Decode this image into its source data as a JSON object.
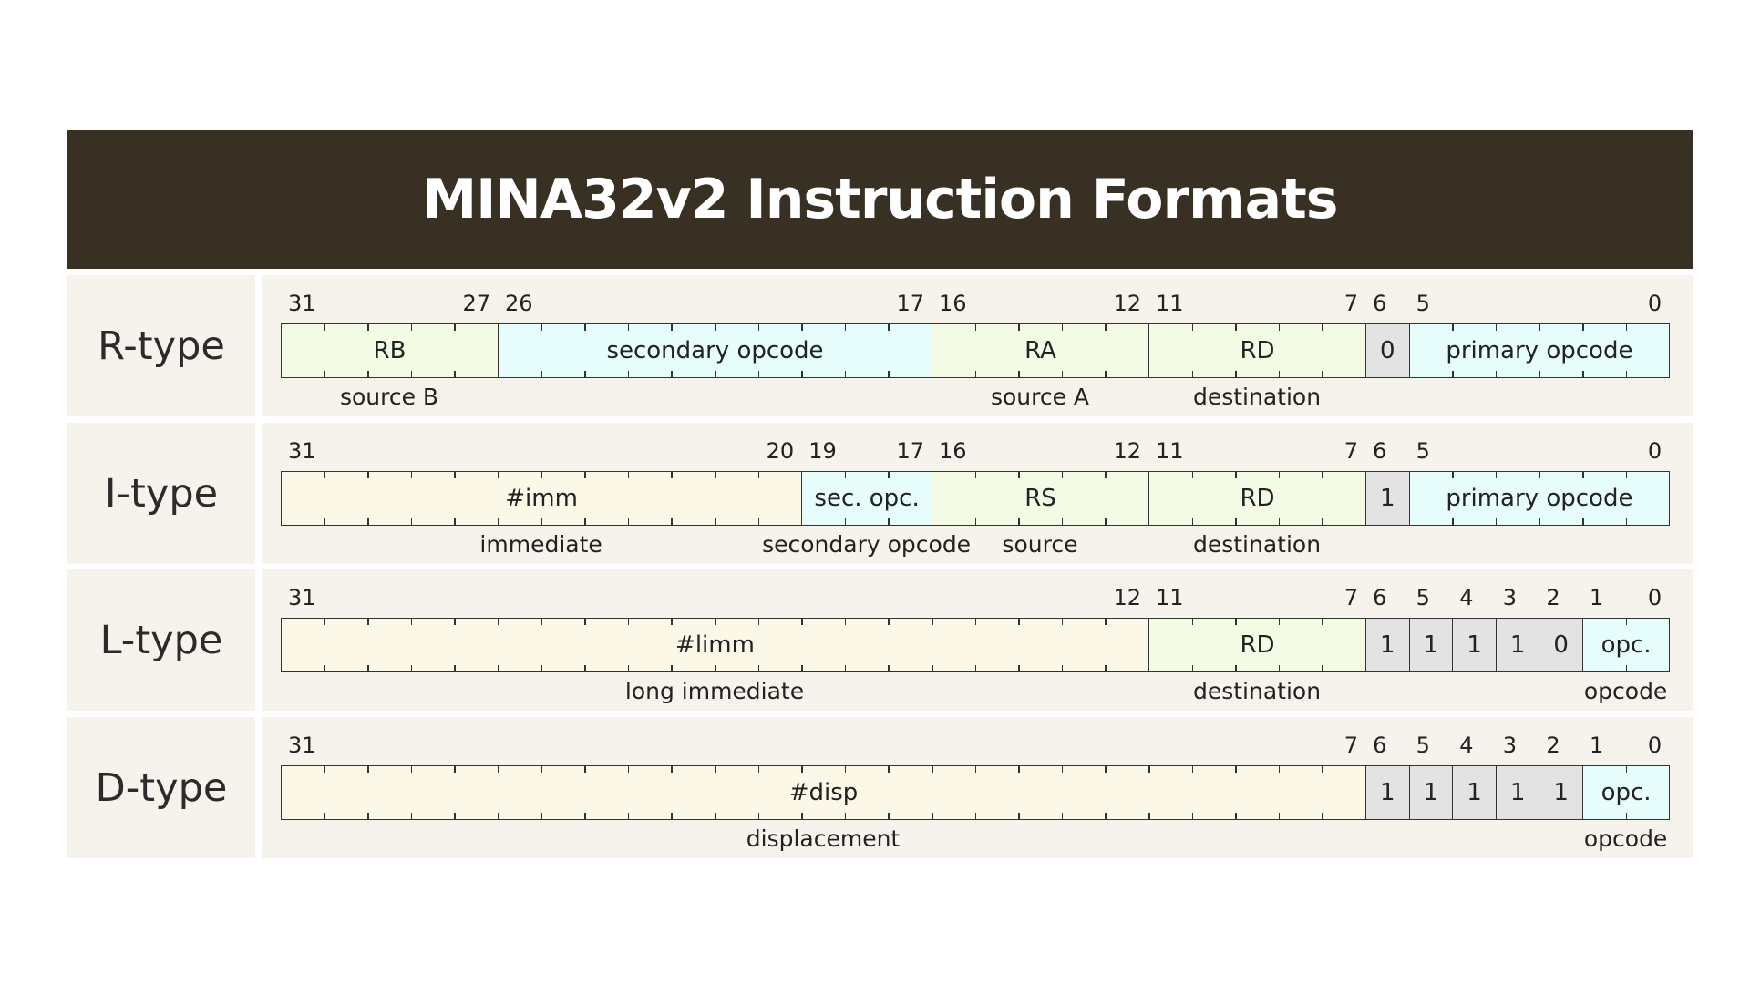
{
  "title": "MINA32v2 Instruction Formats",
  "colors": {
    "header_bg": "#383023",
    "row_bg": "#f6f2ec",
    "green": "#f3fbe4",
    "cyan": "#e6fdfb",
    "yellow": "#fcf8e8",
    "gray": "#e3e3e3"
  },
  "formats": [
    {
      "name": "R-type",
      "bit_labels": [
        "31",
        "27",
        "26",
        "17",
        "16",
        "12",
        "11",
        "7",
        "6",
        "5",
        "0"
      ],
      "fields": [
        {
          "hi": 31,
          "lo": 27,
          "text": "RB",
          "color": "green",
          "desc": "source B"
        },
        {
          "hi": 26,
          "lo": 17,
          "text": "secondary opcode",
          "color": "cyan",
          "desc": ""
        },
        {
          "hi": 16,
          "lo": 12,
          "text": "RA",
          "color": "green",
          "desc": "source A"
        },
        {
          "hi": 11,
          "lo": 7,
          "text": "RD",
          "color": "green",
          "desc": "destination"
        },
        {
          "hi": 6,
          "lo": 6,
          "text": "0",
          "color": "gray",
          "desc": ""
        },
        {
          "hi": 5,
          "lo": 0,
          "text": "primary opcode",
          "color": "cyan",
          "desc": ""
        }
      ]
    },
    {
      "name": "I-type",
      "bit_labels": [
        "31",
        "20",
        "19",
        "17",
        "16",
        "12",
        "11",
        "7",
        "6",
        "5",
        "0"
      ],
      "fields": [
        {
          "hi": 31,
          "lo": 20,
          "text": "#imm",
          "color": "yellow",
          "desc": "immediate"
        },
        {
          "hi": 19,
          "lo": 17,
          "text": "sec. opc.",
          "color": "cyan",
          "desc": "secondary opcode"
        },
        {
          "hi": 16,
          "lo": 12,
          "text": "RS",
          "color": "green",
          "desc": "source"
        },
        {
          "hi": 11,
          "lo": 7,
          "text": "RD",
          "color": "green",
          "desc": "destination"
        },
        {
          "hi": 6,
          "lo": 6,
          "text": "1",
          "color": "gray",
          "desc": ""
        },
        {
          "hi": 5,
          "lo": 0,
          "text": "primary opcode",
          "color": "cyan",
          "desc": ""
        }
      ]
    },
    {
      "name": "L-type",
      "bit_labels": [
        "31",
        "12",
        "11",
        "7",
        "6",
        "5",
        "4",
        "3",
        "2",
        "1",
        "0"
      ],
      "fields": [
        {
          "hi": 31,
          "lo": 12,
          "text": "#limm",
          "color": "yellow",
          "desc": "long immediate"
        },
        {
          "hi": 11,
          "lo": 7,
          "text": "RD",
          "color": "green",
          "desc": "destination"
        },
        {
          "hi": 6,
          "lo": 6,
          "text": "1",
          "color": "gray",
          "desc": ""
        },
        {
          "hi": 5,
          "lo": 5,
          "text": "1",
          "color": "gray",
          "desc": ""
        },
        {
          "hi": 4,
          "lo": 4,
          "text": "1",
          "color": "gray",
          "desc": ""
        },
        {
          "hi": 3,
          "lo": 3,
          "text": "1",
          "color": "gray",
          "desc": ""
        },
        {
          "hi": 2,
          "lo": 2,
          "text": "0",
          "color": "gray",
          "desc": ""
        },
        {
          "hi": 1,
          "lo": 0,
          "text": "opc.",
          "color": "cyan",
          "desc": "opcode"
        }
      ]
    },
    {
      "name": "D-type",
      "bit_labels": [
        "31",
        "7",
        "6",
        "5",
        "4",
        "3",
        "2",
        "1",
        "0"
      ],
      "fields": [
        {
          "hi": 31,
          "lo": 7,
          "text": "#disp",
          "color": "yellow",
          "desc": "displacement"
        },
        {
          "hi": 6,
          "lo": 6,
          "text": "1",
          "color": "gray",
          "desc": ""
        },
        {
          "hi": 5,
          "lo": 5,
          "text": "1",
          "color": "gray",
          "desc": ""
        },
        {
          "hi": 4,
          "lo": 4,
          "text": "1",
          "color": "gray",
          "desc": ""
        },
        {
          "hi": 3,
          "lo": 3,
          "text": "1",
          "color": "gray",
          "desc": ""
        },
        {
          "hi": 2,
          "lo": 2,
          "text": "1",
          "color": "gray",
          "desc": ""
        },
        {
          "hi": 1,
          "lo": 0,
          "text": "opc.",
          "color": "cyan",
          "desc": "opcode"
        }
      ]
    }
  ]
}
